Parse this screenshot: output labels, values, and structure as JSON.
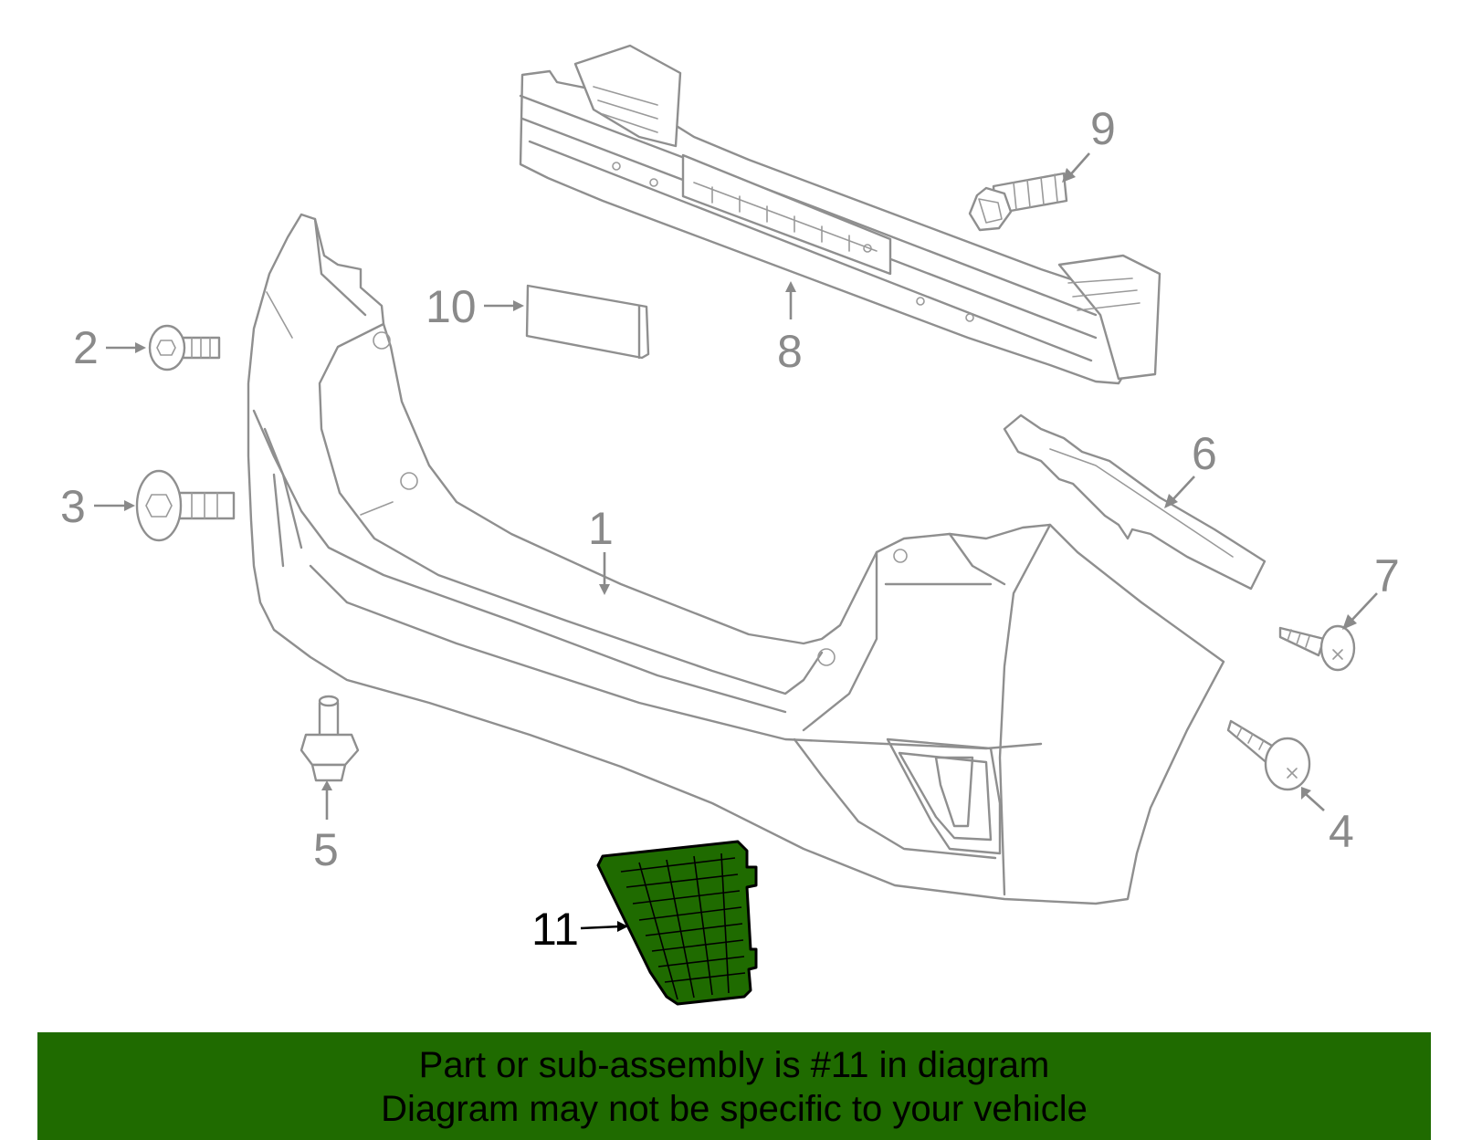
{
  "colors": {
    "highlight": "#1f6b00",
    "banner": "#1f6b00",
    "outline": "#8f8f8f",
    "callout_grey": "#8a8a8a",
    "callout_highlight": "#000000"
  },
  "callouts": [
    {
      "id": "1",
      "label": "1"
    },
    {
      "id": "2",
      "label": "2"
    },
    {
      "id": "3",
      "label": "3"
    },
    {
      "id": "4",
      "label": "4"
    },
    {
      "id": "5",
      "label": "5"
    },
    {
      "id": "6",
      "label": "6"
    },
    {
      "id": "7",
      "label": "7"
    },
    {
      "id": "8",
      "label": "8"
    },
    {
      "id": "9",
      "label": "9"
    },
    {
      "id": "10",
      "label": "10"
    },
    {
      "id": "11",
      "label": "11",
      "highlighted": true
    }
  ],
  "banner": {
    "line1": "Part or sub-assembly is #11 in diagram",
    "line2": "Diagram may not be specific to your vehicle"
  }
}
